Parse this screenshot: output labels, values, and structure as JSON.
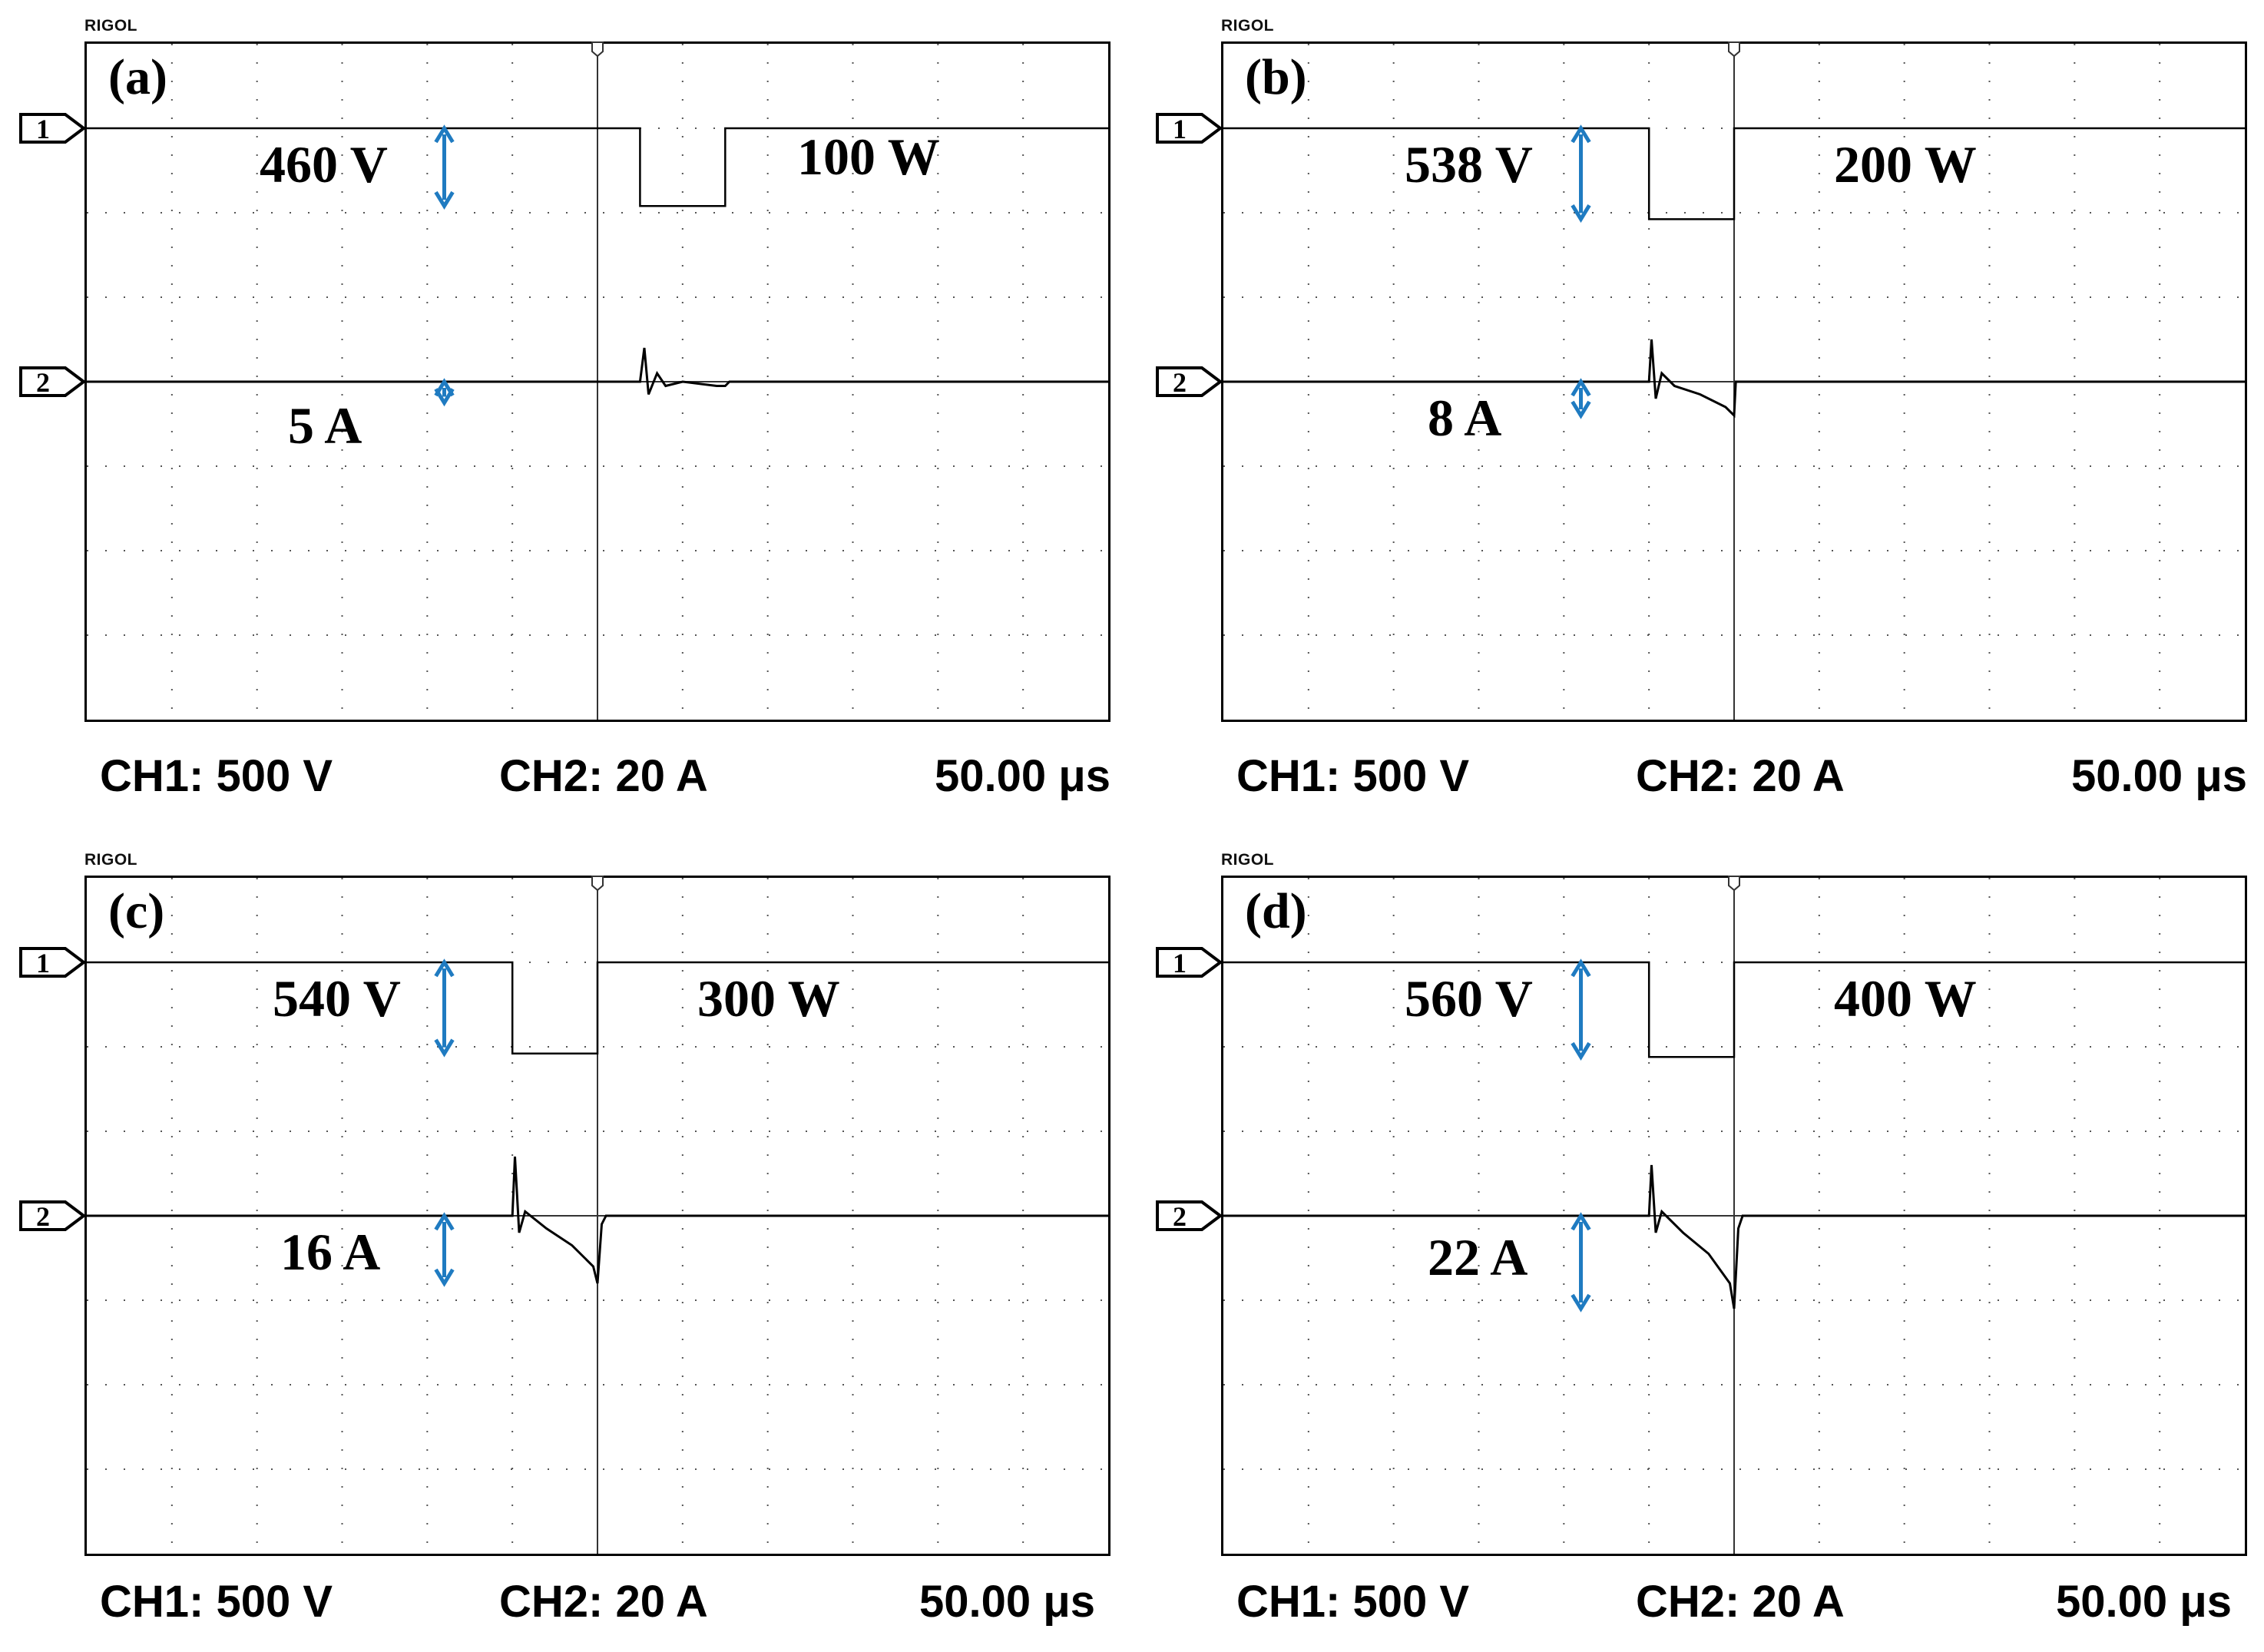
{
  "brand": "RIGOL",
  "colors": {
    "trace": "#000000",
    "grid": "#555555",
    "arrow": "#1f7bc1",
    "frame": "#000000"
  },
  "channel_markers": {
    "ch1": "1",
    "ch2": "2"
  },
  "panels": [
    {
      "label": "(a)",
      "voltage": "460 V",
      "current": "5 A",
      "power": "100 W",
      "footer": {
        "ch1": "CH1: 500 V",
        "ch2": "CH2: 20 A",
        "time": "50.00 μs"
      }
    },
    {
      "label": "(b)",
      "voltage": "538 V",
      "current": "8 A",
      "power": "200 W",
      "footer": {
        "ch1": "CH1: 500 V",
        "ch2": "CH2: 20 A",
        "time": "50.00 μs"
      }
    },
    {
      "label": "(c)",
      "voltage": "540 V",
      "current": "16 A",
      "power": "300 W",
      "footer": {
        "ch1": "CH1: 500 V",
        "ch2": "CH2: 20 A",
        "time": "50.00 μs"
      }
    },
    {
      "label": "(d)",
      "voltage": "560 V",
      "current": "22 A",
      "power": "400 W",
      "footer": {
        "ch1": "CH1: 500 V",
        "ch2": "CH2: 20 A",
        "time": "50.00 μs"
      }
    }
  ],
  "chart_data": [
    {
      "type": "line",
      "title": "(a)",
      "grid": true,
      "x_divisions": 12,
      "y_divisions": 8,
      "time_per_div_us": 50,
      "series": [
        {
          "name": "CH1",
          "volts_per_div": 500,
          "baseline_div": 7.0,
          "points": [
            [
              0,
              0
            ],
            [
              6.5,
              0
            ],
            [
              6.5,
              -460
            ],
            [
              7.5,
              -460
            ],
            [
              7.5,
              0
            ],
            [
              12,
              0
            ]
          ]
        },
        {
          "name": "CH2",
          "amps_per_div": 20,
          "baseline_div": 4.0,
          "points": [
            [
              0,
              0
            ],
            [
              6.5,
              0
            ],
            [
              6.55,
              8
            ],
            [
              6.6,
              -3
            ],
            [
              6.7,
              2
            ],
            [
              6.8,
              -1
            ],
            [
              7.0,
              0
            ],
            [
              7.4,
              -1
            ],
            [
              7.5,
              -1
            ],
            [
              7.55,
              0
            ],
            [
              12,
              0
            ]
          ]
        }
      ],
      "annotations": {
        "voltage_dip": 460,
        "current_step": 5,
        "power": 100
      }
    },
    {
      "type": "line",
      "title": "(b)",
      "grid": true,
      "x_divisions": 12,
      "y_divisions": 8,
      "time_per_div_us": 50,
      "series": [
        {
          "name": "CH1",
          "volts_per_div": 500,
          "baseline_div": 7.0,
          "points": [
            [
              0,
              0
            ],
            [
              5.0,
              0
            ],
            [
              5.0,
              -538
            ],
            [
              6.0,
              -538
            ],
            [
              6.0,
              0
            ],
            [
              12,
              0
            ]
          ]
        },
        {
          "name": "CH2",
          "amps_per_div": 20,
          "baseline_div": 4.0,
          "points": [
            [
              0,
              0
            ],
            [
              5.0,
              0
            ],
            [
              5.03,
              10
            ],
            [
              5.08,
              -4
            ],
            [
              5.15,
              2
            ],
            [
              5.3,
              -1
            ],
            [
              5.6,
              -3
            ],
            [
              5.9,
              -6
            ],
            [
              6.0,
              -8
            ],
            [
              6.02,
              0
            ],
            [
              12,
              0
            ]
          ]
        }
      ],
      "annotations": {
        "voltage_dip": 538,
        "current_step": 8,
        "power": 200
      }
    },
    {
      "type": "line",
      "title": "(c)",
      "grid": true,
      "x_divisions": 12,
      "y_divisions": 8,
      "time_per_div_us": 50,
      "series": [
        {
          "name": "CH1",
          "volts_per_div": 500,
          "baseline_div": 7.0,
          "points": [
            [
              0,
              0
            ],
            [
              5.0,
              0
            ],
            [
              5.0,
              -540
            ],
            [
              6.0,
              -540
            ],
            [
              6.0,
              0
            ],
            [
              12,
              0
            ]
          ]
        },
        {
          "name": "CH2",
          "amps_per_div": 20,
          "baseline_div": 4.0,
          "points": [
            [
              0,
              0
            ],
            [
              5.0,
              0
            ],
            [
              5.03,
              14
            ],
            [
              5.08,
              -4
            ],
            [
              5.15,
              1
            ],
            [
              5.4,
              -3
            ],
            [
              5.7,
              -7
            ],
            [
              5.95,
              -12
            ],
            [
              6.0,
              -16
            ],
            [
              6.05,
              -2
            ],
            [
              6.1,
              0
            ],
            [
              12,
              0
            ]
          ]
        }
      ],
      "annotations": {
        "voltage_dip": 540,
        "current_step": 16,
        "power": 300
      }
    },
    {
      "type": "line",
      "title": "(d)",
      "grid": true,
      "x_divisions": 12,
      "y_divisions": 8,
      "time_per_div_us": 50,
      "series": [
        {
          "name": "CH1",
          "volts_per_div": 500,
          "baseline_div": 7.0,
          "points": [
            [
              0,
              0
            ],
            [
              5.0,
              0
            ],
            [
              5.0,
              -560
            ],
            [
              6.0,
              -560
            ],
            [
              6.0,
              0
            ],
            [
              12,
              0
            ]
          ]
        },
        {
          "name": "CH2",
          "amps_per_div": 20,
          "baseline_div": 4.0,
          "points": [
            [
              0,
              0
            ],
            [
              5.0,
              0
            ],
            [
              5.03,
              12
            ],
            [
              5.08,
              -4
            ],
            [
              5.15,
              1
            ],
            [
              5.4,
              -4
            ],
            [
              5.7,
              -9
            ],
            [
              5.95,
              -16
            ],
            [
              6.0,
              -22
            ],
            [
              6.05,
              -3
            ],
            [
              6.1,
              0
            ],
            [
              12,
              0
            ]
          ]
        }
      ],
      "annotations": {
        "voltage_dip": 560,
        "current_step": 22,
        "power": 400
      }
    }
  ]
}
